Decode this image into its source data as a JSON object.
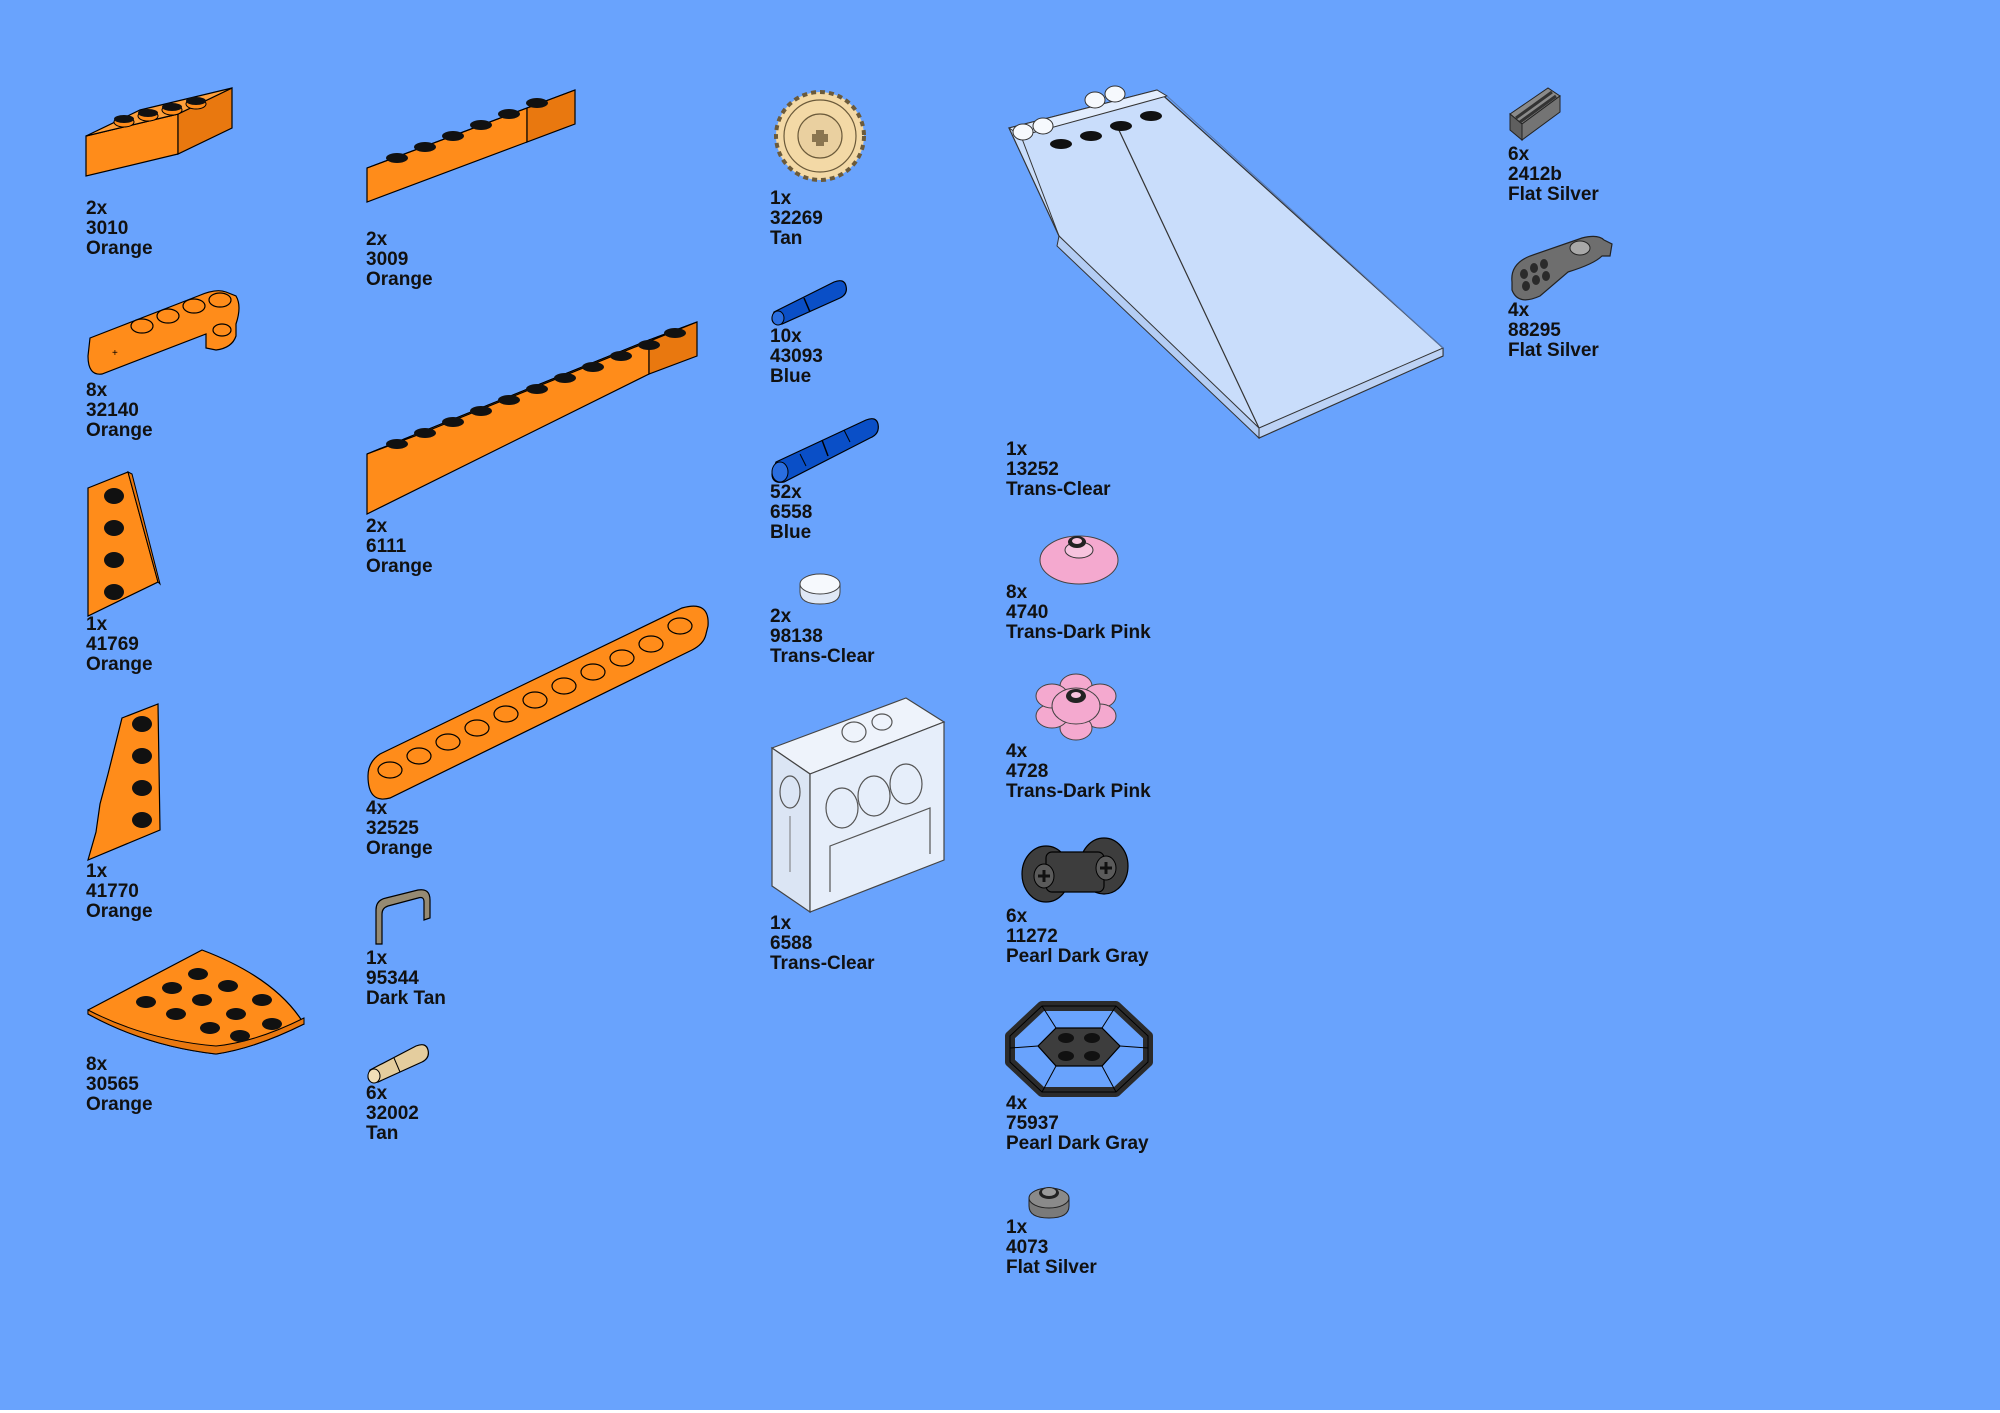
{
  "parts": [
    {
      "id": "p3010",
      "qty": "2x",
      "number": "3010",
      "color_name": "Orange",
      "color": "#ff8c1a"
    },
    {
      "id": "p32140",
      "qty": "8x",
      "number": "32140",
      "color_name": "Orange",
      "color": "#ff8c1a"
    },
    {
      "id": "p41769",
      "qty": "1x",
      "number": "41769",
      "color_name": "Orange",
      "color": "#ff8c1a"
    },
    {
      "id": "p41770",
      "qty": "1x",
      "number": "41770",
      "color_name": "Orange",
      "color": "#ff8c1a"
    },
    {
      "id": "p30565",
      "qty": "8x",
      "number": "30565",
      "color_name": "Orange",
      "color": "#ff8c1a"
    },
    {
      "id": "p3009",
      "qty": "2x",
      "number": "3009",
      "color_name": "Orange",
      "color": "#ff8c1a"
    },
    {
      "id": "p6111",
      "qty": "2x",
      "number": "6111",
      "color_name": "Orange",
      "color": "#ff8c1a"
    },
    {
      "id": "p32525",
      "qty": "4x",
      "number": "32525",
      "color_name": "Orange",
      "color": "#ff8c1a"
    },
    {
      "id": "p95344",
      "qty": "1x",
      "number": "95344",
      "color_name": "Dark Tan",
      "color": "#958a73"
    },
    {
      "id": "p32002",
      "qty": "6x",
      "number": "32002",
      "color_name": "Tan",
      "color": "#e4cd9e"
    },
    {
      "id": "p32269",
      "qty": "1x",
      "number": "32269",
      "color_name": "Tan",
      "color": "#f3d9a6"
    },
    {
      "id": "p43093",
      "qty": "10x",
      "number": "43093",
      "color_name": "Blue",
      "color": "#0a4fc7"
    },
    {
      "id": "p6558",
      "qty": "52x",
      "number": "6558",
      "color_name": "Blue",
      "color": "#0a4fc7"
    },
    {
      "id": "p98138",
      "qty": "2x",
      "number": "98138",
      "color_name": "Trans-Clear",
      "color": "#eef3fb"
    },
    {
      "id": "p6588",
      "qty": "1x",
      "number": "6588",
      "color_name": "Trans-Clear",
      "color": "#e3ecf9"
    },
    {
      "id": "p13252",
      "qty": "1x",
      "number": "13252",
      "color_name": "Trans-Clear",
      "color": "#c9ddfb"
    },
    {
      "id": "p4740",
      "qty": "8x",
      "number": "4740",
      "color_name": "Trans-Dark Pink",
      "color": "#f4a9cf"
    },
    {
      "id": "p4728",
      "qty": "4x",
      "number": "4728",
      "color_name": "Trans-Dark Pink",
      "color": "#f4a9cf"
    },
    {
      "id": "p11272",
      "qty": "6x",
      "number": "11272",
      "color_name": "Pearl Dark Gray",
      "color": "#3d3d3d"
    },
    {
      "id": "p75937",
      "qty": "4x",
      "number": "75937",
      "color_name": "Pearl Dark Gray",
      "color": "#3d3d3d"
    },
    {
      "id": "p4073",
      "qty": "1x",
      "number": "4073",
      "color_name": "Flat Silver",
      "color": "#8a8a8a"
    },
    {
      "id": "p2412b",
      "qty": "6x",
      "number": "2412b",
      "color_name": "Flat Silver",
      "color": "#7a7a7a"
    },
    {
      "id": "p88295",
      "qty": "4x",
      "number": "88295",
      "color_name": "Flat Silver",
      "color": "#6e6e6e"
    }
  ]
}
